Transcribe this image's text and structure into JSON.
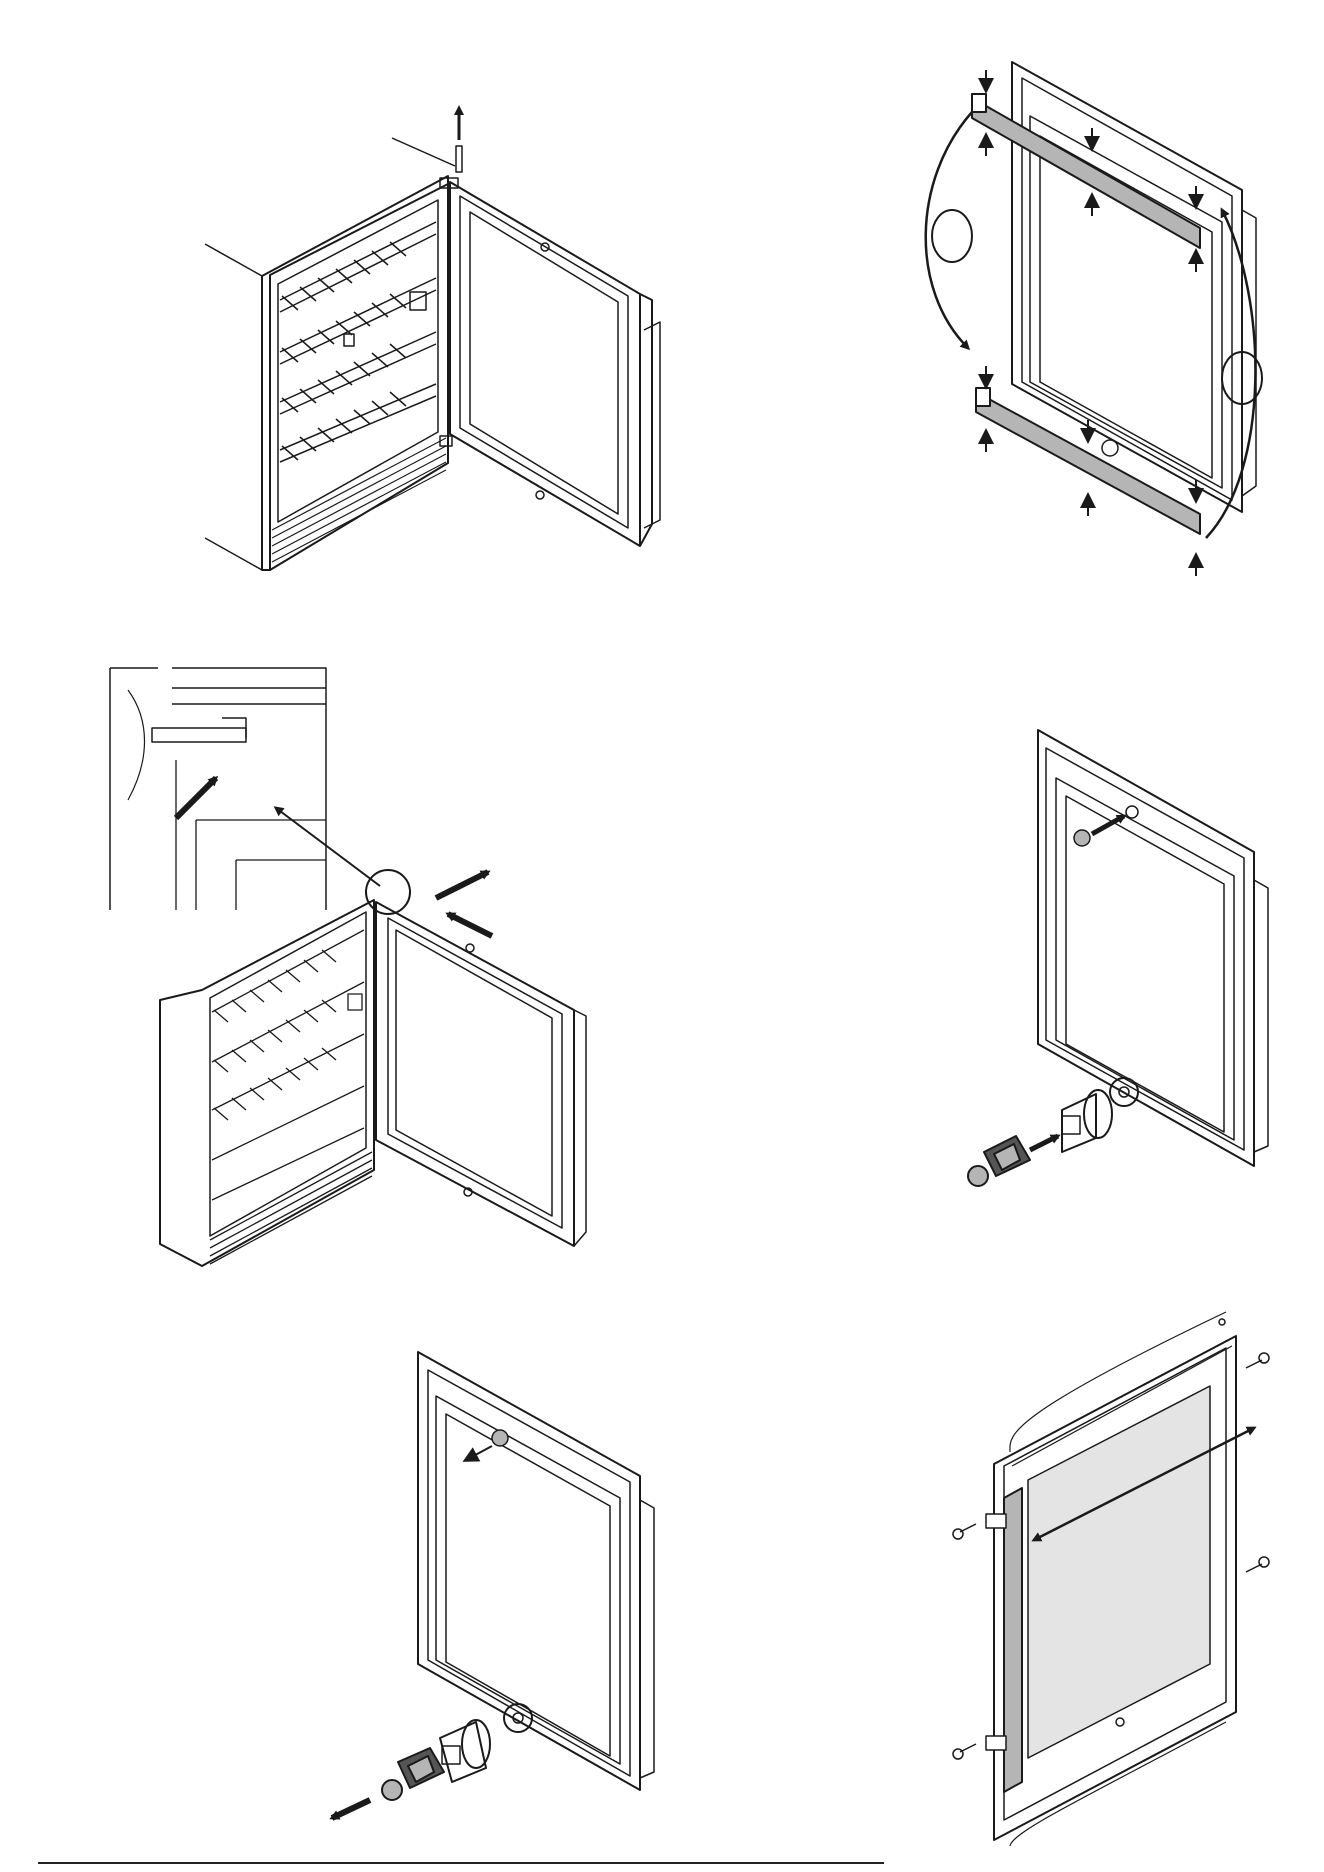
{
  "page": {
    "title": "",
    "page_number": ""
  },
  "figures": [
    {
      "id": "step-1",
      "caption": "",
      "description": "remove-upper-hinge-pin"
    },
    {
      "id": "step-2",
      "caption": "",
      "description": "swap-hinge-brackets-top-bottom"
    },
    {
      "id": "step-3",
      "caption": "",
      "description": "detach-door-from-top-hinge"
    },
    {
      "id": "step-4",
      "caption": "",
      "description": "insert-cap-and-door-stop"
    },
    {
      "id": "step-5",
      "caption": "",
      "description": "remove-cap-and-door-stop"
    },
    {
      "id": "step-6",
      "caption": "",
      "description": "move-handle-to-opposite-side"
    }
  ],
  "colors": {
    "line": "#1a1a1a",
    "grey_part": "#b5b5b5",
    "glass": "#e4e4e4",
    "dark_part": "#555555",
    "background": "#ffffff"
  },
  "icons": [
    "arrow-icon",
    "curved-arrow-icon",
    "detail-circle-icon",
    "screw-icon"
  ]
}
